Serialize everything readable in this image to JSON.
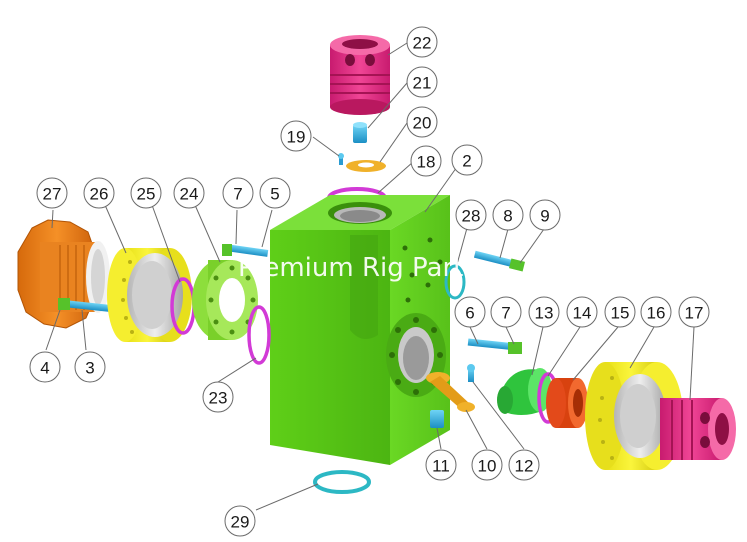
{
  "watermark": "Premium Rig Parts",
  "callouts": [
    "22",
    "21",
    "20",
    "19",
    "18",
    "2",
    "27",
    "26",
    "25",
    "24",
    "7",
    "5",
    "28",
    "8",
    "9",
    "4",
    "3",
    "23",
    "6",
    "7",
    "13",
    "14",
    "15",
    "16",
    "17",
    "11",
    "10",
    "12",
    "29"
  ],
  "colors": {
    "module_body": "#6bd61f",
    "suction_cover": "#f7f22a",
    "pony_rod_nut": "#e47c14",
    "valve_guide": "#e62e8a",
    "seal_ring": "#d23ad6",
    "studs": "#2ab3e6",
    "gasket_ring": "#2cb8c4",
    "retainer": "#f0b12a",
    "valve": "#36d14a",
    "seat": "#e34a1a"
  }
}
